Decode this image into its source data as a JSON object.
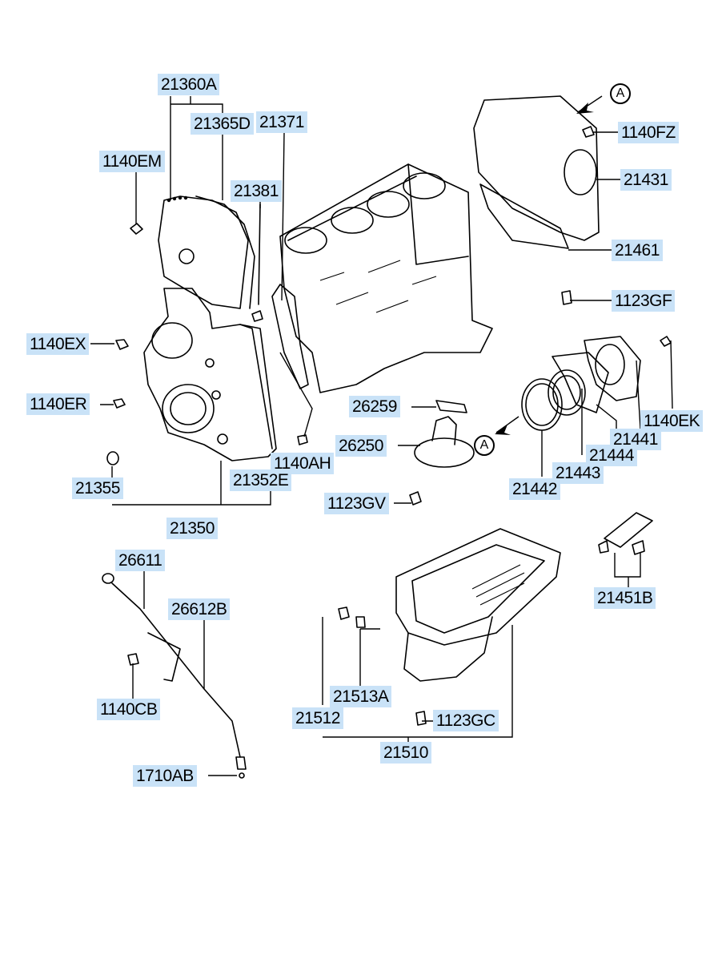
{
  "diagram": {
    "labels": {
      "p21360A": "21360A",
      "p21365D": "21365D",
      "p21371": "21371",
      "p1140EM": "1140EM",
      "p21381": "21381",
      "p1140EX": "1140EX",
      "p1140ER": "1140ER",
      "p21355": "21355",
      "p21352E": "21352E",
      "p1140AH": "1140AH",
      "p21350": "21350",
      "p26611": "26611",
      "p26612B": "26612B",
      "p1140CB": "1140CB",
      "p1710AB": "1710AB",
      "p26259": "26259",
      "p26250": "26250",
      "p1123GV": "1123GV",
      "p21513A": "21513A",
      "p21512": "21512",
      "p1123GC": "1123GC",
      "p21510": "21510",
      "p1140FZ": "1140FZ",
      "p21431": "21431",
      "p21461": "21461",
      "p1123GF": "1123GF",
      "p1140EK": "1140EK",
      "p21441": "21441",
      "p21444": "21444",
      "p21443": "21443",
      "p21442": "21442",
      "p21451B": "21451B"
    },
    "callouts": {
      "top": "A",
      "bottom": "A"
    }
  }
}
